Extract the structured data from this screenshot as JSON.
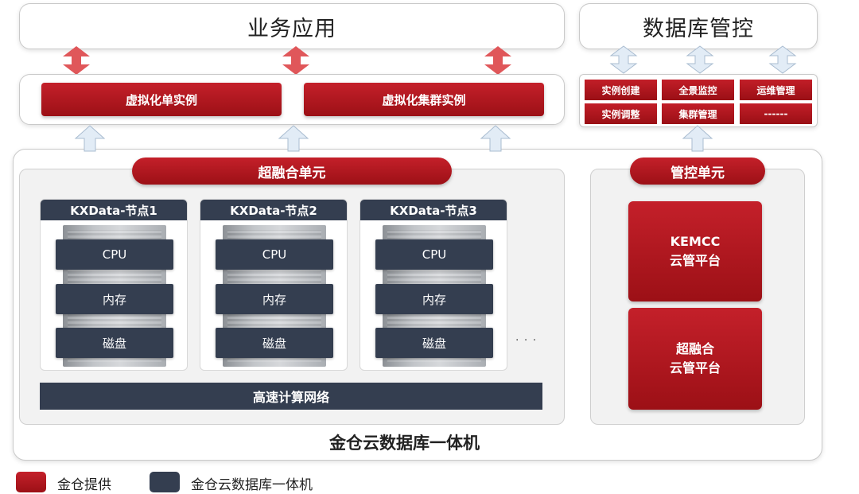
{
  "top": {
    "business_app": "业务应用",
    "db_control": "数据库管控"
  },
  "virtualization": {
    "single_instance": "虚拟化单实例",
    "cluster_instance": "虚拟化集群实例"
  },
  "management_buttons": [
    "实例创建",
    "全景监控",
    "运维管理",
    "实例调整",
    "集群管理",
    "------"
  ],
  "hyper_unit": {
    "title": "超融合单元",
    "nodes": [
      {
        "name": "KXData-节点1",
        "cpu": "CPU",
        "memory": "内存",
        "disk": "磁盘"
      },
      {
        "name": "KXData-节点2",
        "cpu": "CPU",
        "memory": "内存",
        "disk": "磁盘"
      },
      {
        "name": "KXData-节点3",
        "cpu": "CPU",
        "memory": "内存",
        "disk": "磁盘"
      }
    ],
    "ellipsis": "· · ·",
    "network": "高速计算网络"
  },
  "control_unit": {
    "title": "管控单元",
    "kemcc_line1": "KEMCC",
    "kemcc_line2": "云管平台",
    "hyper_line1": "超融合",
    "hyper_line2": "云管平台"
  },
  "machine_label": "金仓云数据库一体机",
  "legend": {
    "red_label": "金仓提供",
    "navy_label": "金仓云数据库一体机"
  },
  "colors": {
    "brand_red": "#b3151d",
    "navy": "#343e50",
    "arrow_red": "#e0575a",
    "arrow_blue": "#dde8f4"
  }
}
